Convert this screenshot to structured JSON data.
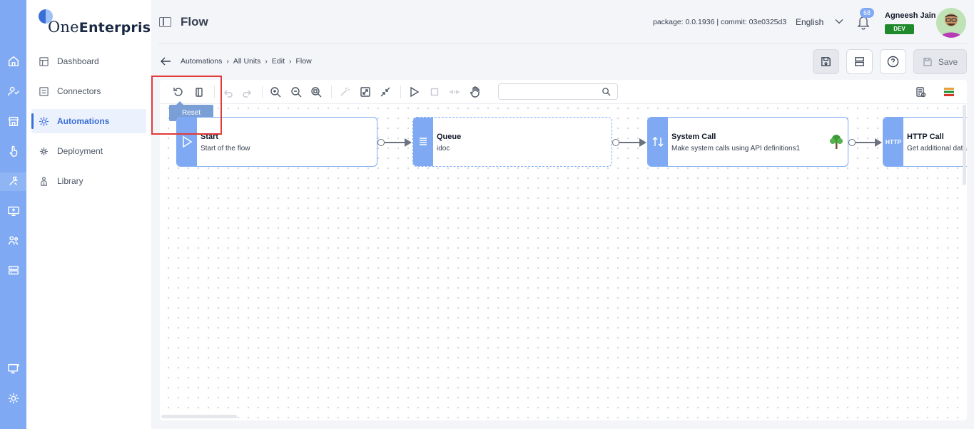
{
  "app": {
    "logo_text_one": "One",
    "logo_text_enterprise": "Enterprise"
  },
  "sidebar": {
    "items": [
      {
        "label": "Dashboard",
        "icon": "dashboard-icon",
        "active": false
      },
      {
        "label": "Connectors",
        "icon": "connectors-icon",
        "active": false
      },
      {
        "label": "Automations",
        "icon": "automations-icon",
        "active": true
      },
      {
        "label": "Deployment",
        "icon": "deployment-icon",
        "active": false
      },
      {
        "label": "Library",
        "icon": "library-icon",
        "active": false
      }
    ]
  },
  "rail": {
    "icons": [
      "home-icon",
      "users-icon",
      "store-icon",
      "touch-icon",
      "wrench-icon",
      "monitor-upload-icon",
      "team-icon",
      "server-icon",
      "remote-desktop-icon",
      "settings-icon"
    ]
  },
  "header": {
    "title": "Flow",
    "package_info": "package: 0.0.1936 | commit: 03e0325d3",
    "language": "English",
    "notification_count": "68",
    "user_name": "Agneesh Jain",
    "environment": "DEV"
  },
  "breadcrumb": [
    "Automations",
    "All Units",
    "Edit",
    "Flow"
  ],
  "actions": {
    "save_label": "Save"
  },
  "toolbar": {
    "tooltip": "Reset",
    "search_placeholder": ""
  },
  "flow": {
    "nodes": [
      {
        "title": "Start",
        "description": "Start of the flow",
        "icon": "play-icon"
      },
      {
        "title": "Queue",
        "description": "idoc",
        "icon": "queue-icon"
      },
      {
        "title": "System Call",
        "description": "Make system calls using API definitions1",
        "icon": "transfer-icon"
      },
      {
        "title": "HTTP Call",
        "description": "Get additional data",
        "icon": "http-icon",
        "icon_text": "HTTP"
      }
    ]
  },
  "colors": {
    "accent": "#7faaf3",
    "active_nav": "#3b6fd8",
    "env_badge": "#1f8a2c",
    "highlight": "#e23a3a"
  }
}
